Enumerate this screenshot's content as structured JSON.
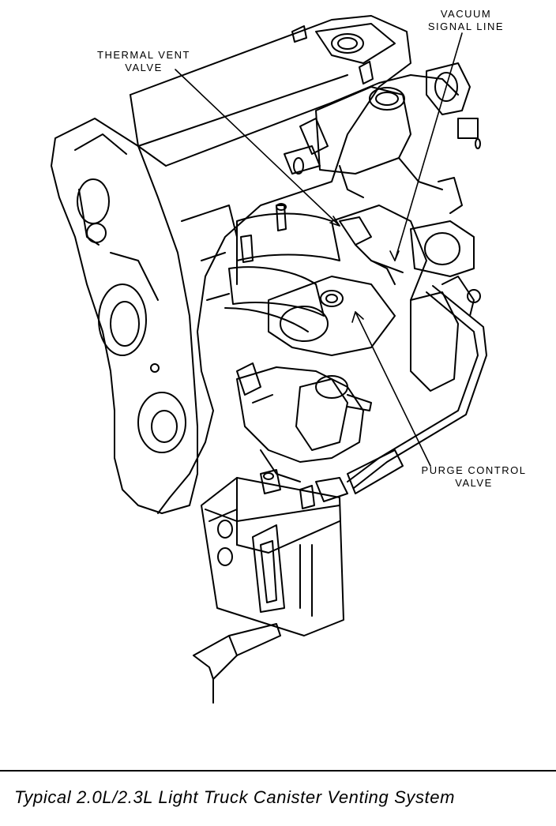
{
  "callouts": {
    "thermal_vent_valve": [
      "THERMAL VENT",
      "VALVE"
    ],
    "vacuum_signal_line": [
      "VACUUM",
      "SIGNAL LINE"
    ],
    "purge_control_valve": [
      "PURGE CONTROL",
      "VALVE"
    ]
  },
  "caption": "Typical 2.0L/2.3L Light Truck Canister Venting System",
  "colors": {
    "ink": "#000000",
    "paper": "#ffffff"
  }
}
